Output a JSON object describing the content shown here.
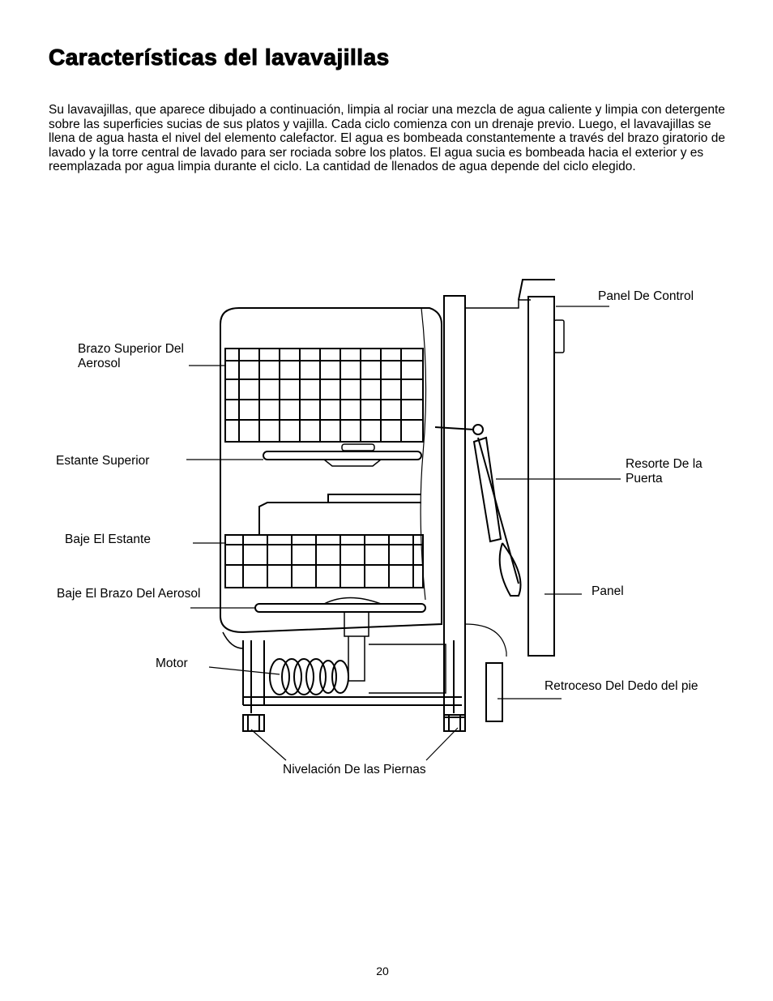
{
  "page": {
    "title": "Características del lavavajillas",
    "intro": "Su lavavajillas, que aparece dibujado a continuación, limpia al rociar una mezcla de agua caliente y limpia con detergente sobre las superficies sucias de sus platos y vajilla. Cada ciclo comienza con un drenaje previo. Luego, el lavavajillas se llena de agua hasta el nivel del elemento calefactor. El agua es bombeada constantemente a través del brazo giratorio de lavado y la torre central de lavado para ser rociada sobre los platos. El agua sucia es bombeada hacia el exterior y es reemplazada por agua limpia durante el ciclo. La cantidad de llenados de agua depende del ciclo elegido.",
    "page_number": "20"
  },
  "diagram": {
    "labels": {
      "upper_spray_arm": "Brazo Superior Del Aerosol",
      "upper_rack": "Estante Superior",
      "lower_rack": "Baje El Estante",
      "lower_spray_arm": "Baje El Brazo Del Aerosol",
      "motor": "Motor",
      "control_panel": "Panel De Control",
      "door_spring": "Resorte De la Puerta",
      "panel": "Panel",
      "toe_kick": "Retroceso Del Dedo del pie",
      "leveling_legs": "Nivelación De las Piernas"
    }
  }
}
